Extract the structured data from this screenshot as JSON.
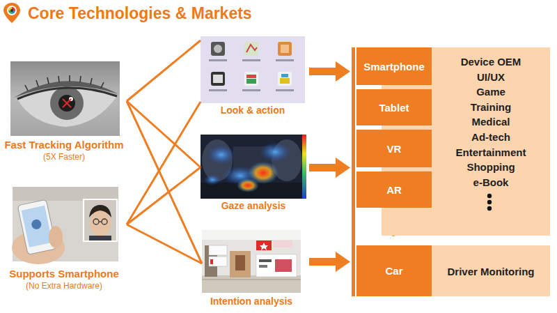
{
  "diagram": {
    "title": "Core Technologies & Markets",
    "nodes": [
      {
        "text": [
          "Fast Tracking Algorithm",
          "(5X Faster)"
        ]
      },
      {
        "text": [
          "Supports Smartphone",
          "(No Extra Hardware)"
        ]
      },
      {
        "text": [
          "Look & action"
        ]
      },
      {
        "text": [
          "Gaze analysis"
        ]
      },
      {
        "text": [
          "Intention analysis"
        ]
      },
      {
        "text": [
          "Smartphone"
        ]
      },
      {
        "text": [
          "Tablet"
        ]
      },
      {
        "text": [
          "VR"
        ]
      },
      {
        "text": [
          "AR"
        ]
      },
      {
        "text": [
          "Device OEM",
          "UI/UX",
          "Game",
          "Training",
          "Medical",
          "Ad-tech",
          "Entertainment",
          "Shopping",
          "e-Book"
        ]
      },
      {
        "text": [
          "Car"
        ]
      },
      {
        "text": [
          "Driver Monitoring"
        ]
      }
    ],
    "edges": [
      {
        "from": 0,
        "to": 2,
        "arrow": "none"
      },
      {
        "from": 0,
        "to": 3,
        "arrow": "none"
      },
      {
        "from": 0,
        "to": 4,
        "arrow": "none"
      },
      {
        "from": 1,
        "to": 2,
        "arrow": "none"
      },
      {
        "from": 1,
        "to": 3,
        "arrow": "none"
      },
      {
        "from": 1,
        "to": 4,
        "arrow": "none"
      }
    ]
  }
}
